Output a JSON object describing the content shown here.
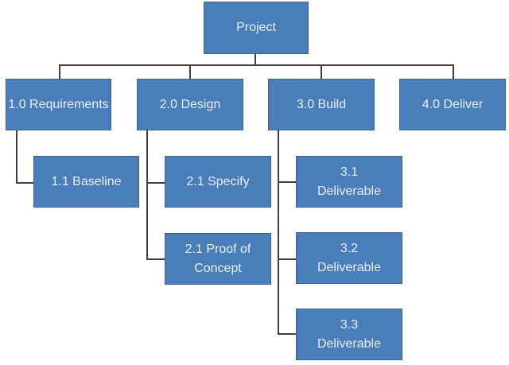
{
  "diagram": {
    "type": "work-breakdown-structure",
    "colors": {
      "box_fill": "#4a7ebb",
      "box_border": "#3a6496",
      "text": "#e8f0fa",
      "connector": "#404040"
    },
    "root": {
      "label": "Project"
    },
    "level1": [
      {
        "label": "1.0 Requirements",
        "children": [
          "1.1 Baseline"
        ]
      },
      {
        "label": "2.0 Design",
        "children": [
          "2.1 Specify",
          "2.1 Proof of Concept"
        ]
      },
      {
        "label": "3.0 Build",
        "children": [
          "3.1 Deliverable",
          "3.2 Deliverable",
          "3.3 Deliverable"
        ]
      },
      {
        "label": "4.0 Deliver",
        "children": []
      }
    ]
  }
}
